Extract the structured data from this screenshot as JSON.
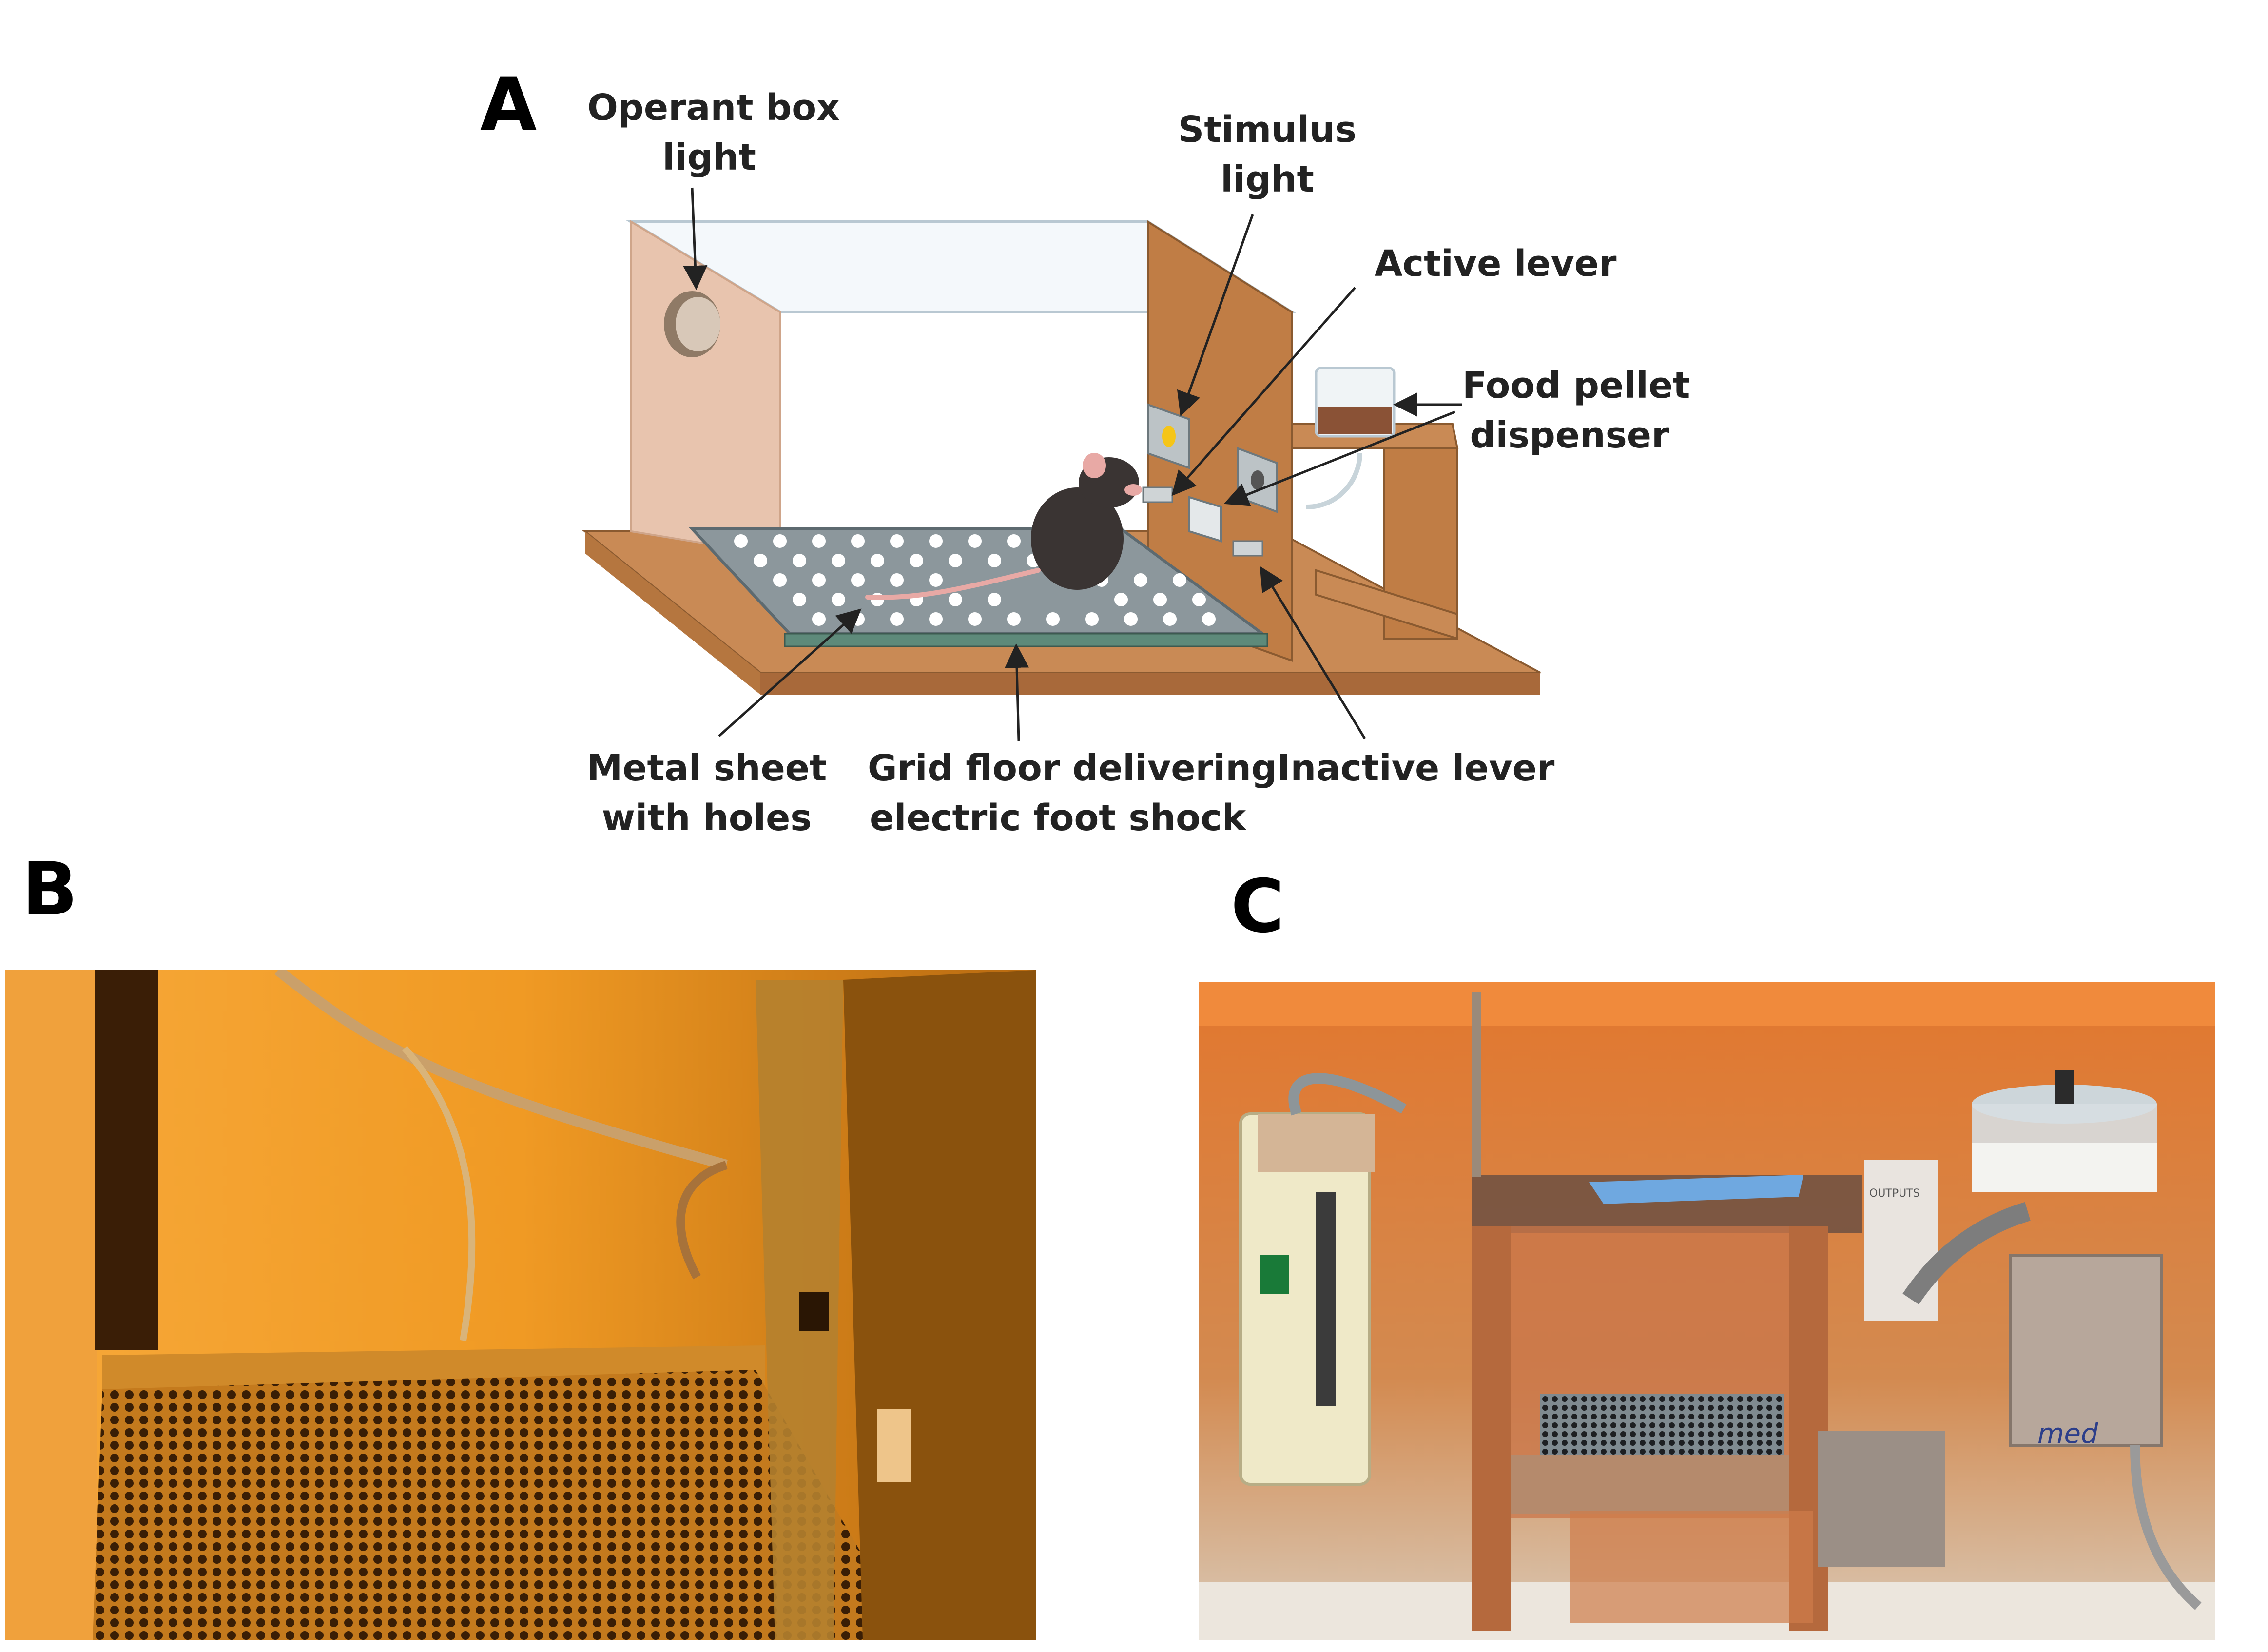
{
  "panels": {
    "a": {
      "letter": "A",
      "labels": {
        "operant_box_light": [
          "Operant box",
          "light"
        ],
        "stimulus_light": [
          "Stimulus",
          "light"
        ],
        "active_lever": [
          "Active lever"
        ],
        "food_pellet_dispenser": [
          "Food pellet",
          "dispenser"
        ],
        "metal_sheet": [
          "Metal sheet",
          "with holes"
        ],
        "grid_floor": [
          "Grid floor delivering",
          "electric foot shock"
        ],
        "inactive_lever": [
          "Inactive lever"
        ]
      }
    },
    "b": {
      "letter": "B"
    },
    "c": {
      "letter": "C"
    }
  },
  "colors": {
    "wood": "#c98a55",
    "wood_dark": "#a8693a",
    "panel_pink": "#e8c4ae",
    "metal": "#8c979c",
    "orange_light": "#f2a030",
    "orange_dark": "#6b3a08"
  },
  "photos": {
    "b_brand_text": "",
    "c_brand_text": "med",
    "c_outputs_text": "OUTPUTS"
  }
}
